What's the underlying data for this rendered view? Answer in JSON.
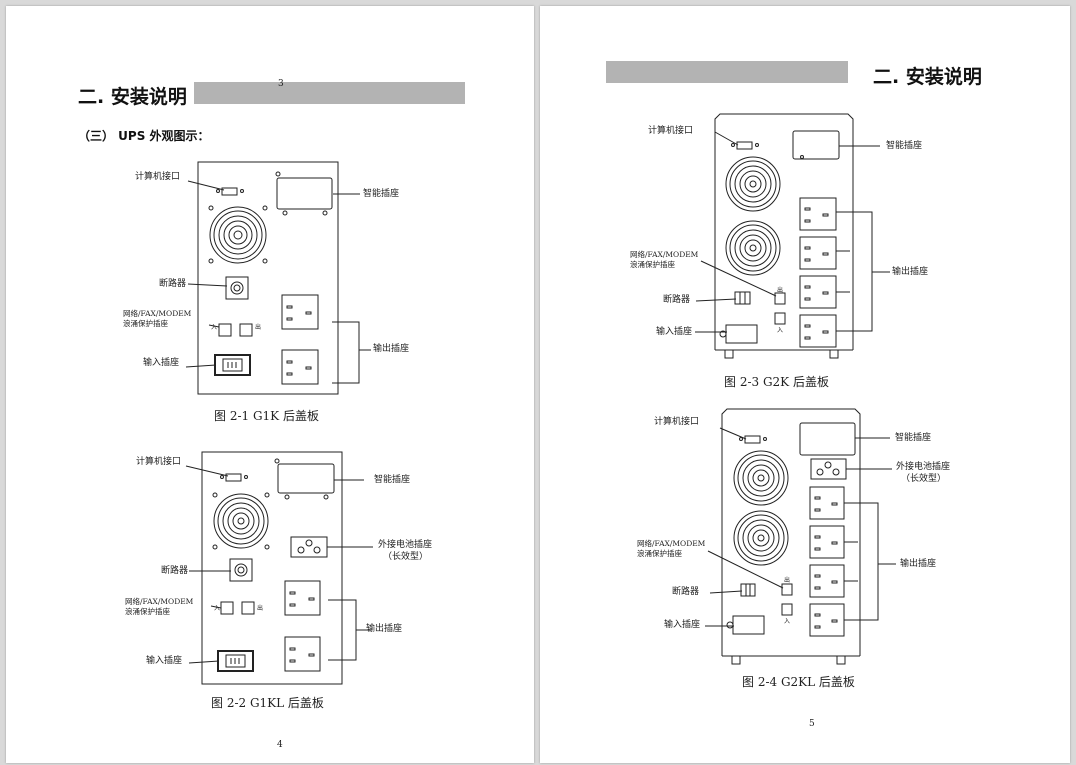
{
  "left_page": {
    "heading": "二. 安装说明",
    "stray_number": "3",
    "subheading": "（三） UPS 外观图示：",
    "page_number": "4",
    "figure1": {
      "caption": "图 2-1    G1K 后盖板",
      "labels": {
        "computer_port": "计算机接口",
        "smart_socket": "智能插座",
        "breaker": "断路器",
        "surge_line1": "网络/FAX/MODEM",
        "surge_line2": "浪涌保护插座",
        "in_mark": "入",
        "out_mark": "出",
        "output_socket": "输出插座",
        "input_socket": "输入插座"
      }
    },
    "figure2": {
      "caption": "图 2-2     G1KL 后盖板",
      "labels": {
        "computer_port": "计算机接口",
        "smart_socket": "智能插座",
        "ext_battery_line1": "外接电池插座",
        "ext_battery_line2": "（长效型）",
        "breaker": "断路器",
        "surge_line1": "网络/FAX/MODEM",
        "surge_line2": "浪涌保护插座",
        "in_mark": "入",
        "out_mark": "出",
        "output_socket": "输出插座",
        "input_socket": "输入插座"
      }
    }
  },
  "right_page": {
    "heading": "二. 安装说明",
    "page_number": "5",
    "figure3": {
      "caption": "图 2-3     G2K 后盖板",
      "labels": {
        "computer_port": "计算机接口",
        "smart_socket": "智能插座",
        "surge_line1": "网络/FAX/MODEM",
        "surge_line2": "浪涌保护插座",
        "output_socket": "输出插座",
        "breaker": "断路器",
        "input_socket": "输入插座",
        "out_mark": "出",
        "in_mark": "入"
      }
    },
    "figure4": {
      "caption": "图 2-4     G2KL 后盖板",
      "labels": {
        "computer_port": "计算机接口",
        "smart_socket": "智能插座",
        "ext_battery_line1": "外接电池插座",
        "ext_battery_line2": "（长效型）",
        "surge_line1": "网络/FAX/MODEM",
        "surge_line2": "浪涌保护插座",
        "output_socket": "输出插座",
        "breaker": "断路器",
        "input_socket": "输入插座",
        "out_mark": "出",
        "in_mark": "入"
      }
    }
  },
  "colors": {
    "page": "#ffffff",
    "background": "#d9d9d9",
    "heading_bar": "#b3b3b3",
    "ink": "#222222"
  }
}
